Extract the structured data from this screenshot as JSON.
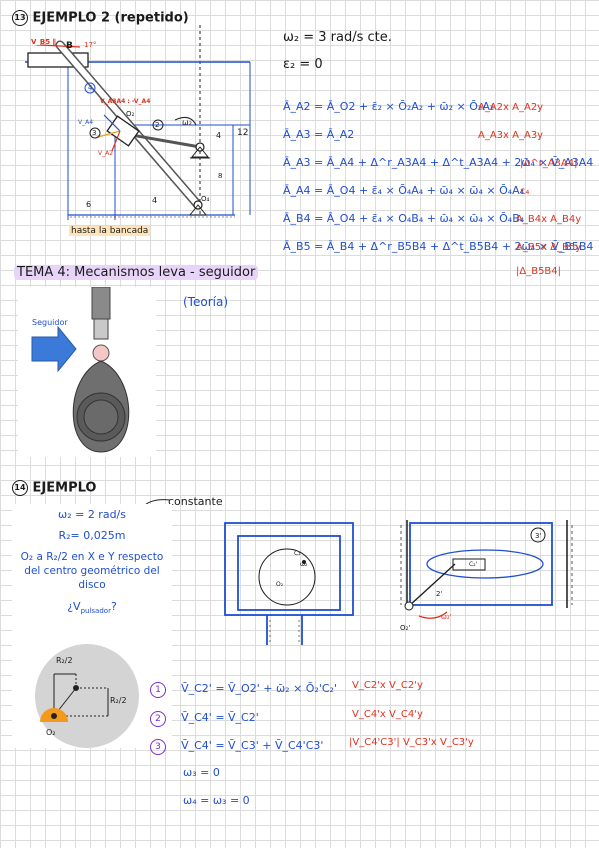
{
  "example1": {
    "title": "EJEMPLO 2 (repetido)",
    "number": "13",
    "given_w2": "ω₂ = 3 rad/s cte.",
    "given_e2": "ε₂ = 0",
    "equations": [
      "Ā_A2 = Ā_O2 + ε̄₂ × Ō₂A₂ + ω̄₂ × Ō₂A₂",
      "Ā_A3 = Ā_A2",
      "Ā_A3 = Ā_A4 + Δ^r_A3A4 + Δ^t_A3A4 + 2ω̄₄ × V̄_A3A4",
      "Ā_A4 = Ā_O4 + ε̄₄ × Ō₄A₄ + ω̄₄ × ω̄₄ × Ō₄A₄",
      "Ā_B4 = Ā_O4 + ε̄₄ × O₄B₄ + ω̄₄ × ω̄₄ × Ō₄B₄",
      "Ā_B5 = Ā_B4 + Δ^r_B5B4 + Δ^t_B5B4 + 2ω̄₄ × V̄_B5B4"
    ],
    "unknowns": [
      "A_A2x A_A2y",
      "A_A3x A_A3y",
      "|Δ^r_A3A4|",
      "ε₄",
      "A_B4x A_B4y",
      "A_B5x Δ_B5y",
      "|Δ_B5B4|"
    ],
    "diagram_labels": {
      "vb5": "V_B5 ∥",
      "b": "B",
      "angle": "17°",
      "link4": "4",
      "va3a4": "V_A3A4 : -V_A4",
      "o2": "O₂",
      "va4": "V_A4",
      "va2": "V_A2",
      "w2": "ω₂",
      "n2": "2",
      "n3": "3",
      "dim12": "12",
      "dim4": "4",
      "dim8": "8",
      "dim6": "6",
      "dim4b": "4",
      "o4": "O₄",
      "bancada": "hasta la bancada"
    }
  },
  "tema": {
    "title": "TEMA 4: Mecanismos leva - seguidor",
    "teoria": "(Teoría)",
    "seguidor": "Seguidor"
  },
  "example2": {
    "title": "EJEMPLO",
    "number": "14",
    "constante": "constante",
    "w2": "ω₂ = 2 rad/s",
    "r2": "R₂= 0,025m",
    "o2_pos": "O₂ a R₂/2 en X e Y respecto del centro geométrico del disco",
    "question": "¿V",
    "question_sub": "pulsador",
    "question_end": "?",
    "cam_labels": {
      "r2_half_top": "R₂/2",
      "r2_half_side": "R₂/2",
      "o2": "O₂"
    },
    "sketch_labels": {
      "c2": "C₂",
      "w2": "ω₂",
      "o2": "O₂",
      "n3": "3'",
      "n2": "2'",
      "c2p": "C₂'",
      "o2p": "O₂'",
      "w2p": "ω₂'"
    },
    "steps": [
      {
        "num": "1",
        "eq": "V̄_C2' = V̄_O2' + ω̄₂ × Ō₂'C₂'",
        "note": "V_C2'x V_C2'y"
      },
      {
        "num": "2",
        "eq": "V̄_C4' = V̄_C2'",
        "note": "V_C4'x V_C4'y"
      },
      {
        "num": "3",
        "eq": "V̄_C4' = V̄_C3' + V̄_C4'C3'",
        "note": "|V_C4'C3'| V_C3'x V_C3'y"
      }
    ],
    "w3": "ω₃ = 0",
    "w4": "ω₄ = ω₃ = 0"
  }
}
